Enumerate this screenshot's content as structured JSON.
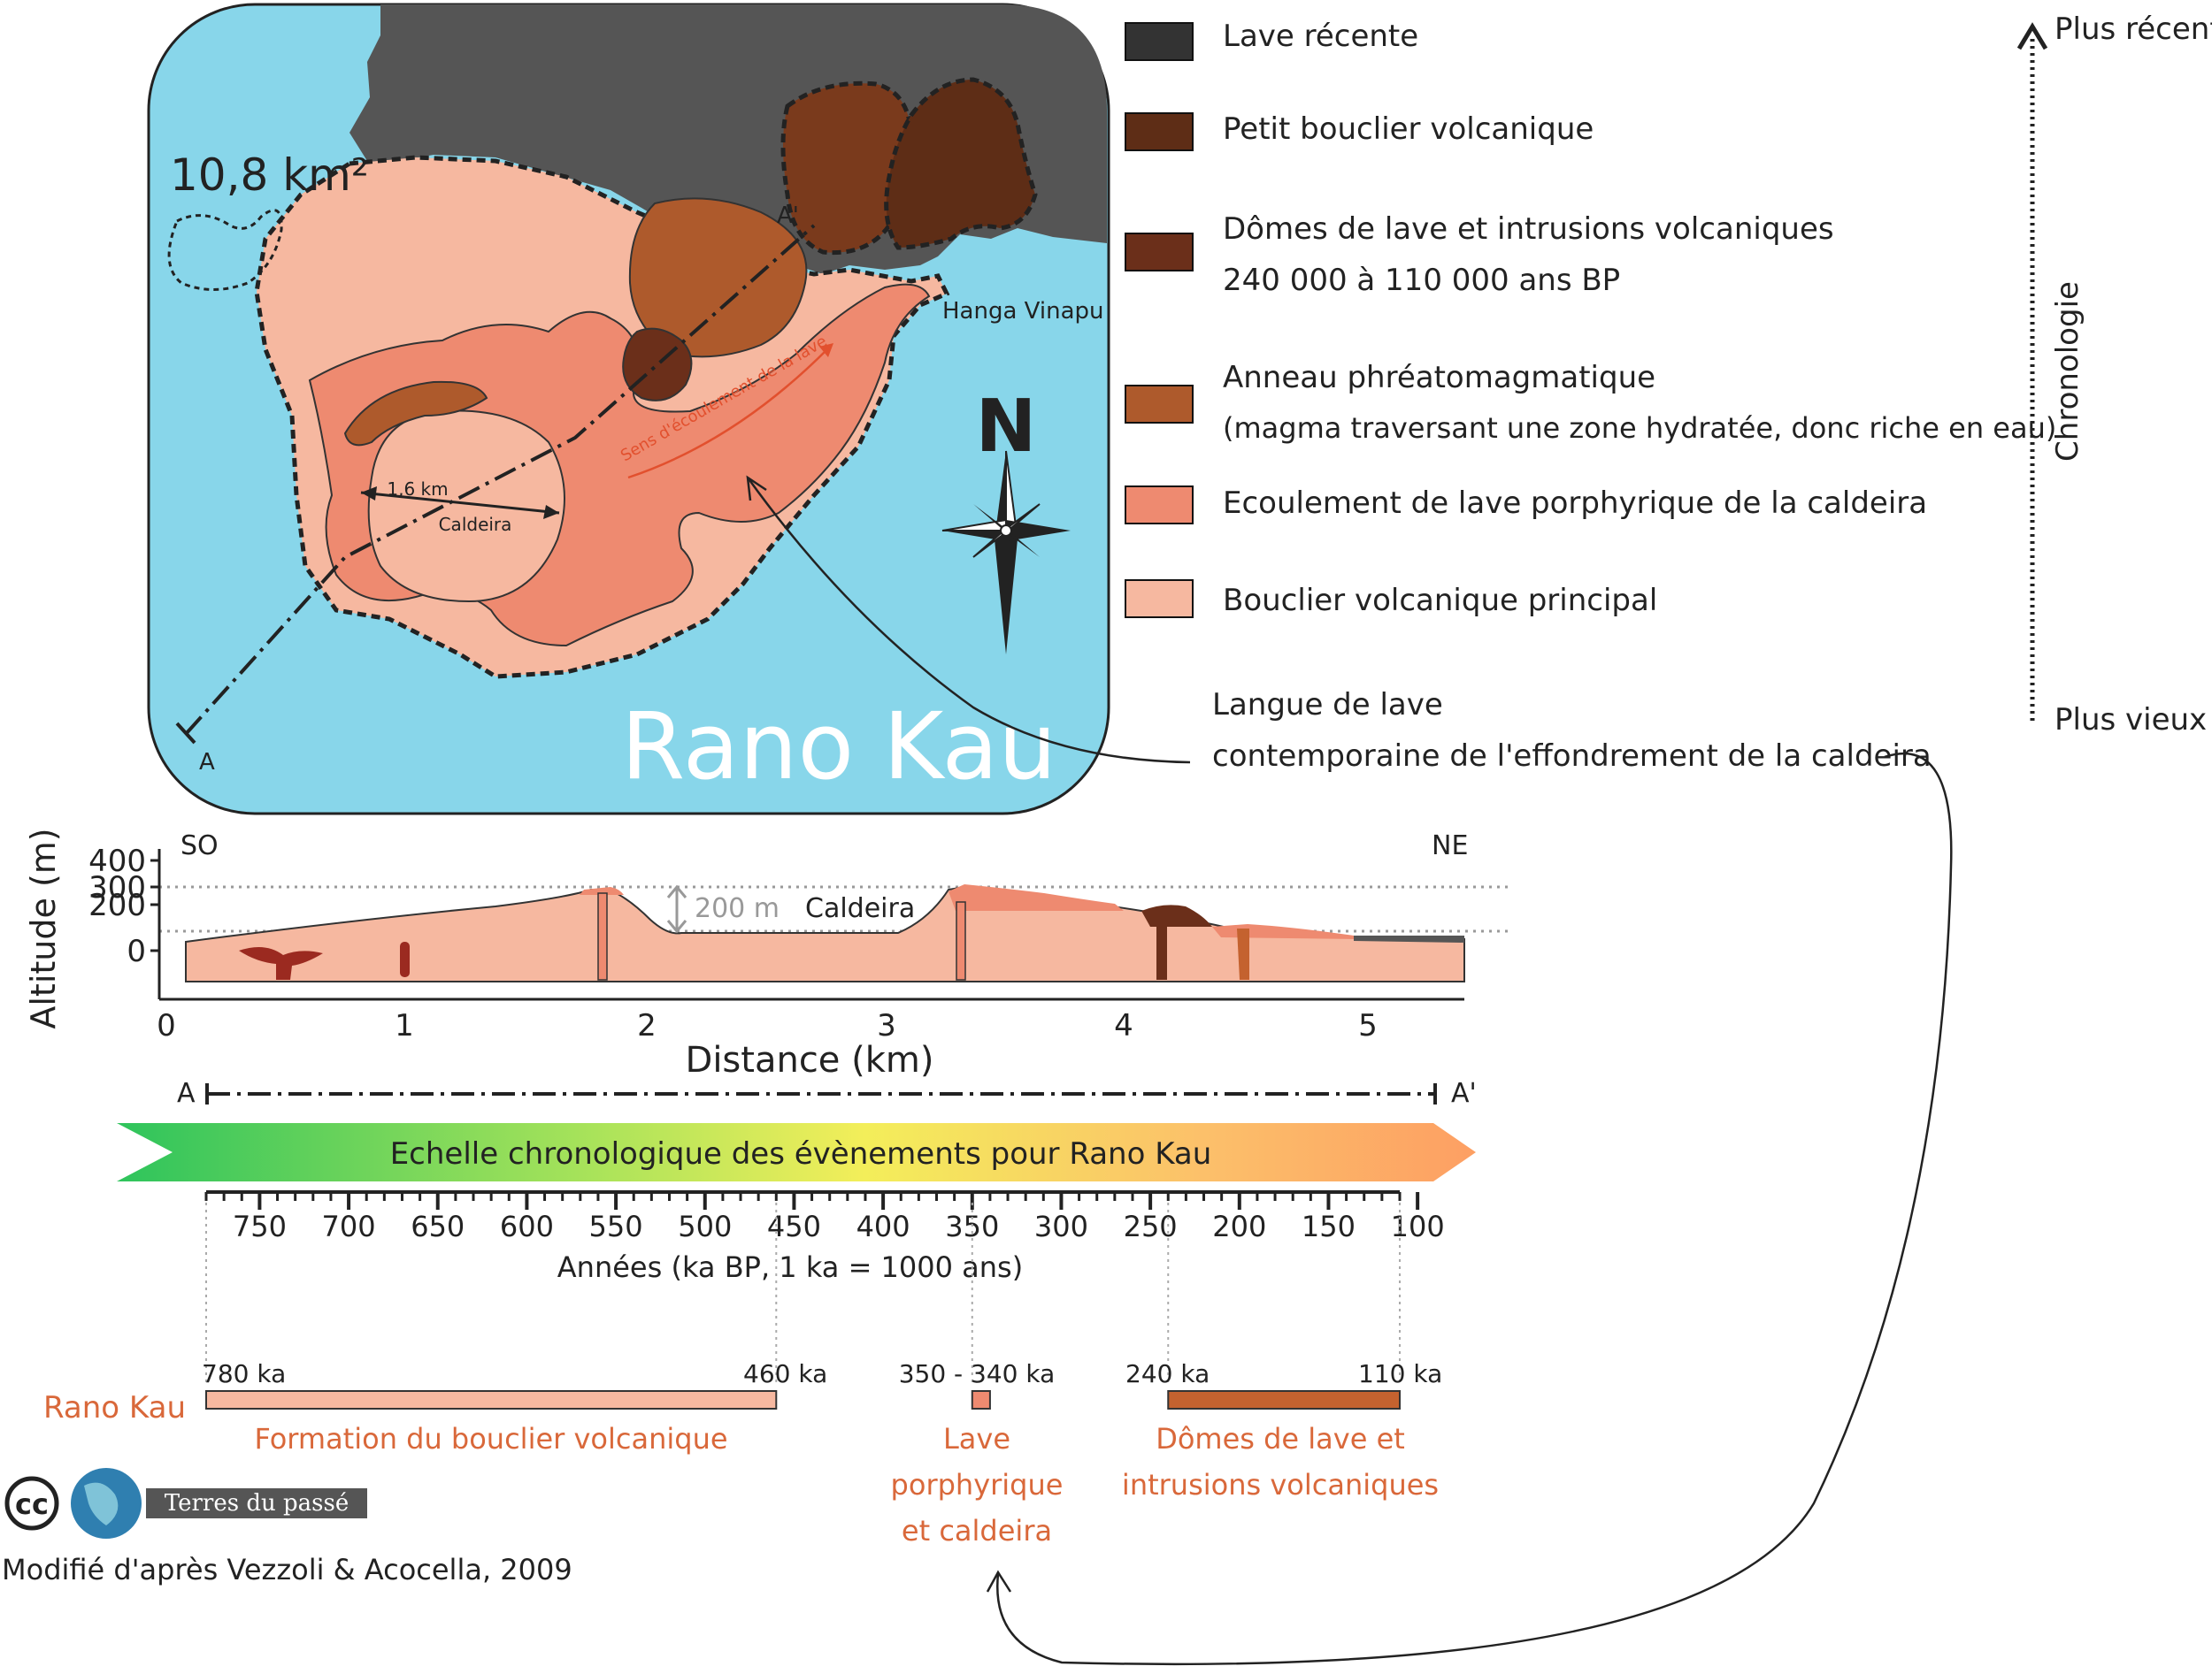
{
  "map": {
    "area_label": "10,8 km²",
    "title": "Rano Kau",
    "place": "Hanga Vinapu",
    "caldeira": "Caldeira",
    "diameter": "1,6 km",
    "flow_label": "Sens d'écoulement de la lave",
    "point_a": "A",
    "point_a2": "A'",
    "north": "N"
  },
  "legend": {
    "items": [
      {
        "label": "Lave récente",
        "color": "#333333"
      },
      {
        "label": "Petit bouclier volcanique",
        "color": "#5e2d16"
      },
      {
        "label": "Dômes de lave et intrusions volcaniques",
        "label2": "240 000 à 110 000 ans BP",
        "color": "#6b2f1a"
      },
      {
        "label": "Anneau phréatomagmatique",
        "label2": "(magma traversant une zone hydratée, donc riche en eau)",
        "color": "#ae5a2c"
      },
      {
        "label": "Ecoulement de lave porphyrique de la caldeira",
        "color": "#ee8a70"
      },
      {
        "label": "Bouclier volcanique principal",
        "color": "#f6b8a0"
      }
    ]
  },
  "chronology": {
    "label": "Chronologie",
    "top": "Plus récent",
    "bottom": "Plus vieux"
  },
  "callout": {
    "line1": "Langue de lave",
    "line2": "contemporaine de l'effondrement de la caldeira"
  },
  "profile": {
    "so": "SO",
    "ne": "NE",
    "ylabel": "Altitude (m)",
    "xlabel": "Distance (km)",
    "yticks": [
      "400",
      "300",
      "200",
      "0"
    ],
    "xticks": [
      "0",
      "1",
      "2",
      "3",
      "4",
      "5"
    ],
    "height_label": "200 m",
    "caldeira": "Caldeira",
    "a": "A",
    "a2": "A'"
  },
  "timeline": {
    "title": "Echelle chronologique des évènements pour Rano Kau",
    "ticks": [
      "750",
      "700",
      "650",
      "600",
      "550",
      "500",
      "450",
      "400",
      "350",
      "300",
      "250",
      "200",
      "150",
      "100"
    ],
    "axis_label": "Années (ka BP, 1 ka = 1000 ans)",
    "series_name": "Rano Kau",
    "events": [
      {
        "start_label": "780 ka",
        "end_label": "460 ka",
        "name": "Formation du bouclier volcanique",
        "start": 780,
        "end": 460,
        "color": "#f6b8a0"
      },
      {
        "range_label": "350 - 340 ka",
        "name_lines": [
          "Lave",
          "porphyrique",
          "et caldeira"
        ],
        "start": 350,
        "end": 340,
        "color": "#ee8a70"
      },
      {
        "start_label": "240 ka",
        "end_label": "110 ka",
        "name_lines": [
          "Dômes de lave et",
          "intrusions volcaniques"
        ],
        "start": 240,
        "end": 110,
        "color": "#c4622f"
      }
    ]
  },
  "credits": {
    "license": "cc",
    "brand": "Terres du passé",
    "source": "Modifié d'après Vezzoli & Acocella, 2009"
  }
}
